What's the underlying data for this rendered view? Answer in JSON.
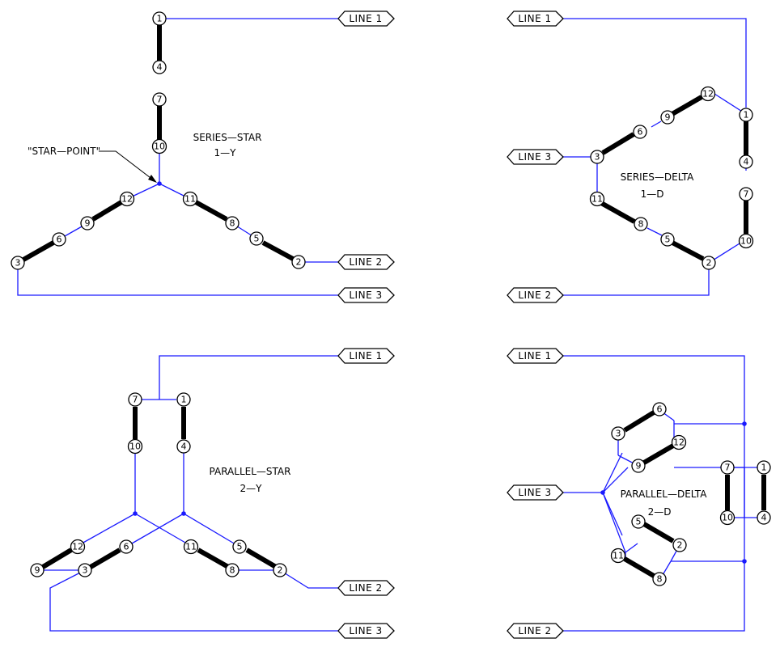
{
  "diagrams": [
    {
      "id": "series-star",
      "title": "SERIES—STAR",
      "subtitle": "1—Y",
      "annotation": "\"STAR—POINT\"",
      "terminals": [
        "1",
        "4",
        "7",
        "10",
        "11",
        "8",
        "5",
        "2",
        "12",
        "9",
        "6",
        "3"
      ],
      "lines": [
        "LINE 1",
        "LINE 2",
        "LINE 3"
      ]
    },
    {
      "id": "series-delta",
      "title": "SERIES—DELTA",
      "subtitle": "1—D",
      "terminals": [
        "12",
        "9",
        "6",
        "3",
        "11",
        "8",
        "5",
        "2",
        "1",
        "4",
        "7",
        "10"
      ],
      "lines": [
        "LINE 1",
        "LINE 3",
        "LINE 2"
      ]
    },
    {
      "id": "parallel-star",
      "title": "PARALLEL—STAR",
      "subtitle": "2—Y",
      "terminals": [
        "7",
        "1",
        "10",
        "4",
        "12",
        "9",
        "6",
        "3",
        "11",
        "8",
        "5",
        "2"
      ],
      "lines": [
        "LINE 1",
        "LINE 2",
        "LINE 3"
      ]
    },
    {
      "id": "parallel-delta",
      "title": "PARALLEL—DELTA",
      "subtitle": "2—D",
      "terminals": [
        "6",
        "3",
        "12",
        "9",
        "5",
        "11",
        "2",
        "8",
        "7",
        "1",
        "10",
        "4"
      ],
      "lines": [
        "LINE 1",
        "LINE 3",
        "LINE 2"
      ]
    }
  ],
  "colors": {
    "wire": "#1a1aff",
    "coil": "#000000",
    "background": "#ffffff"
  }
}
